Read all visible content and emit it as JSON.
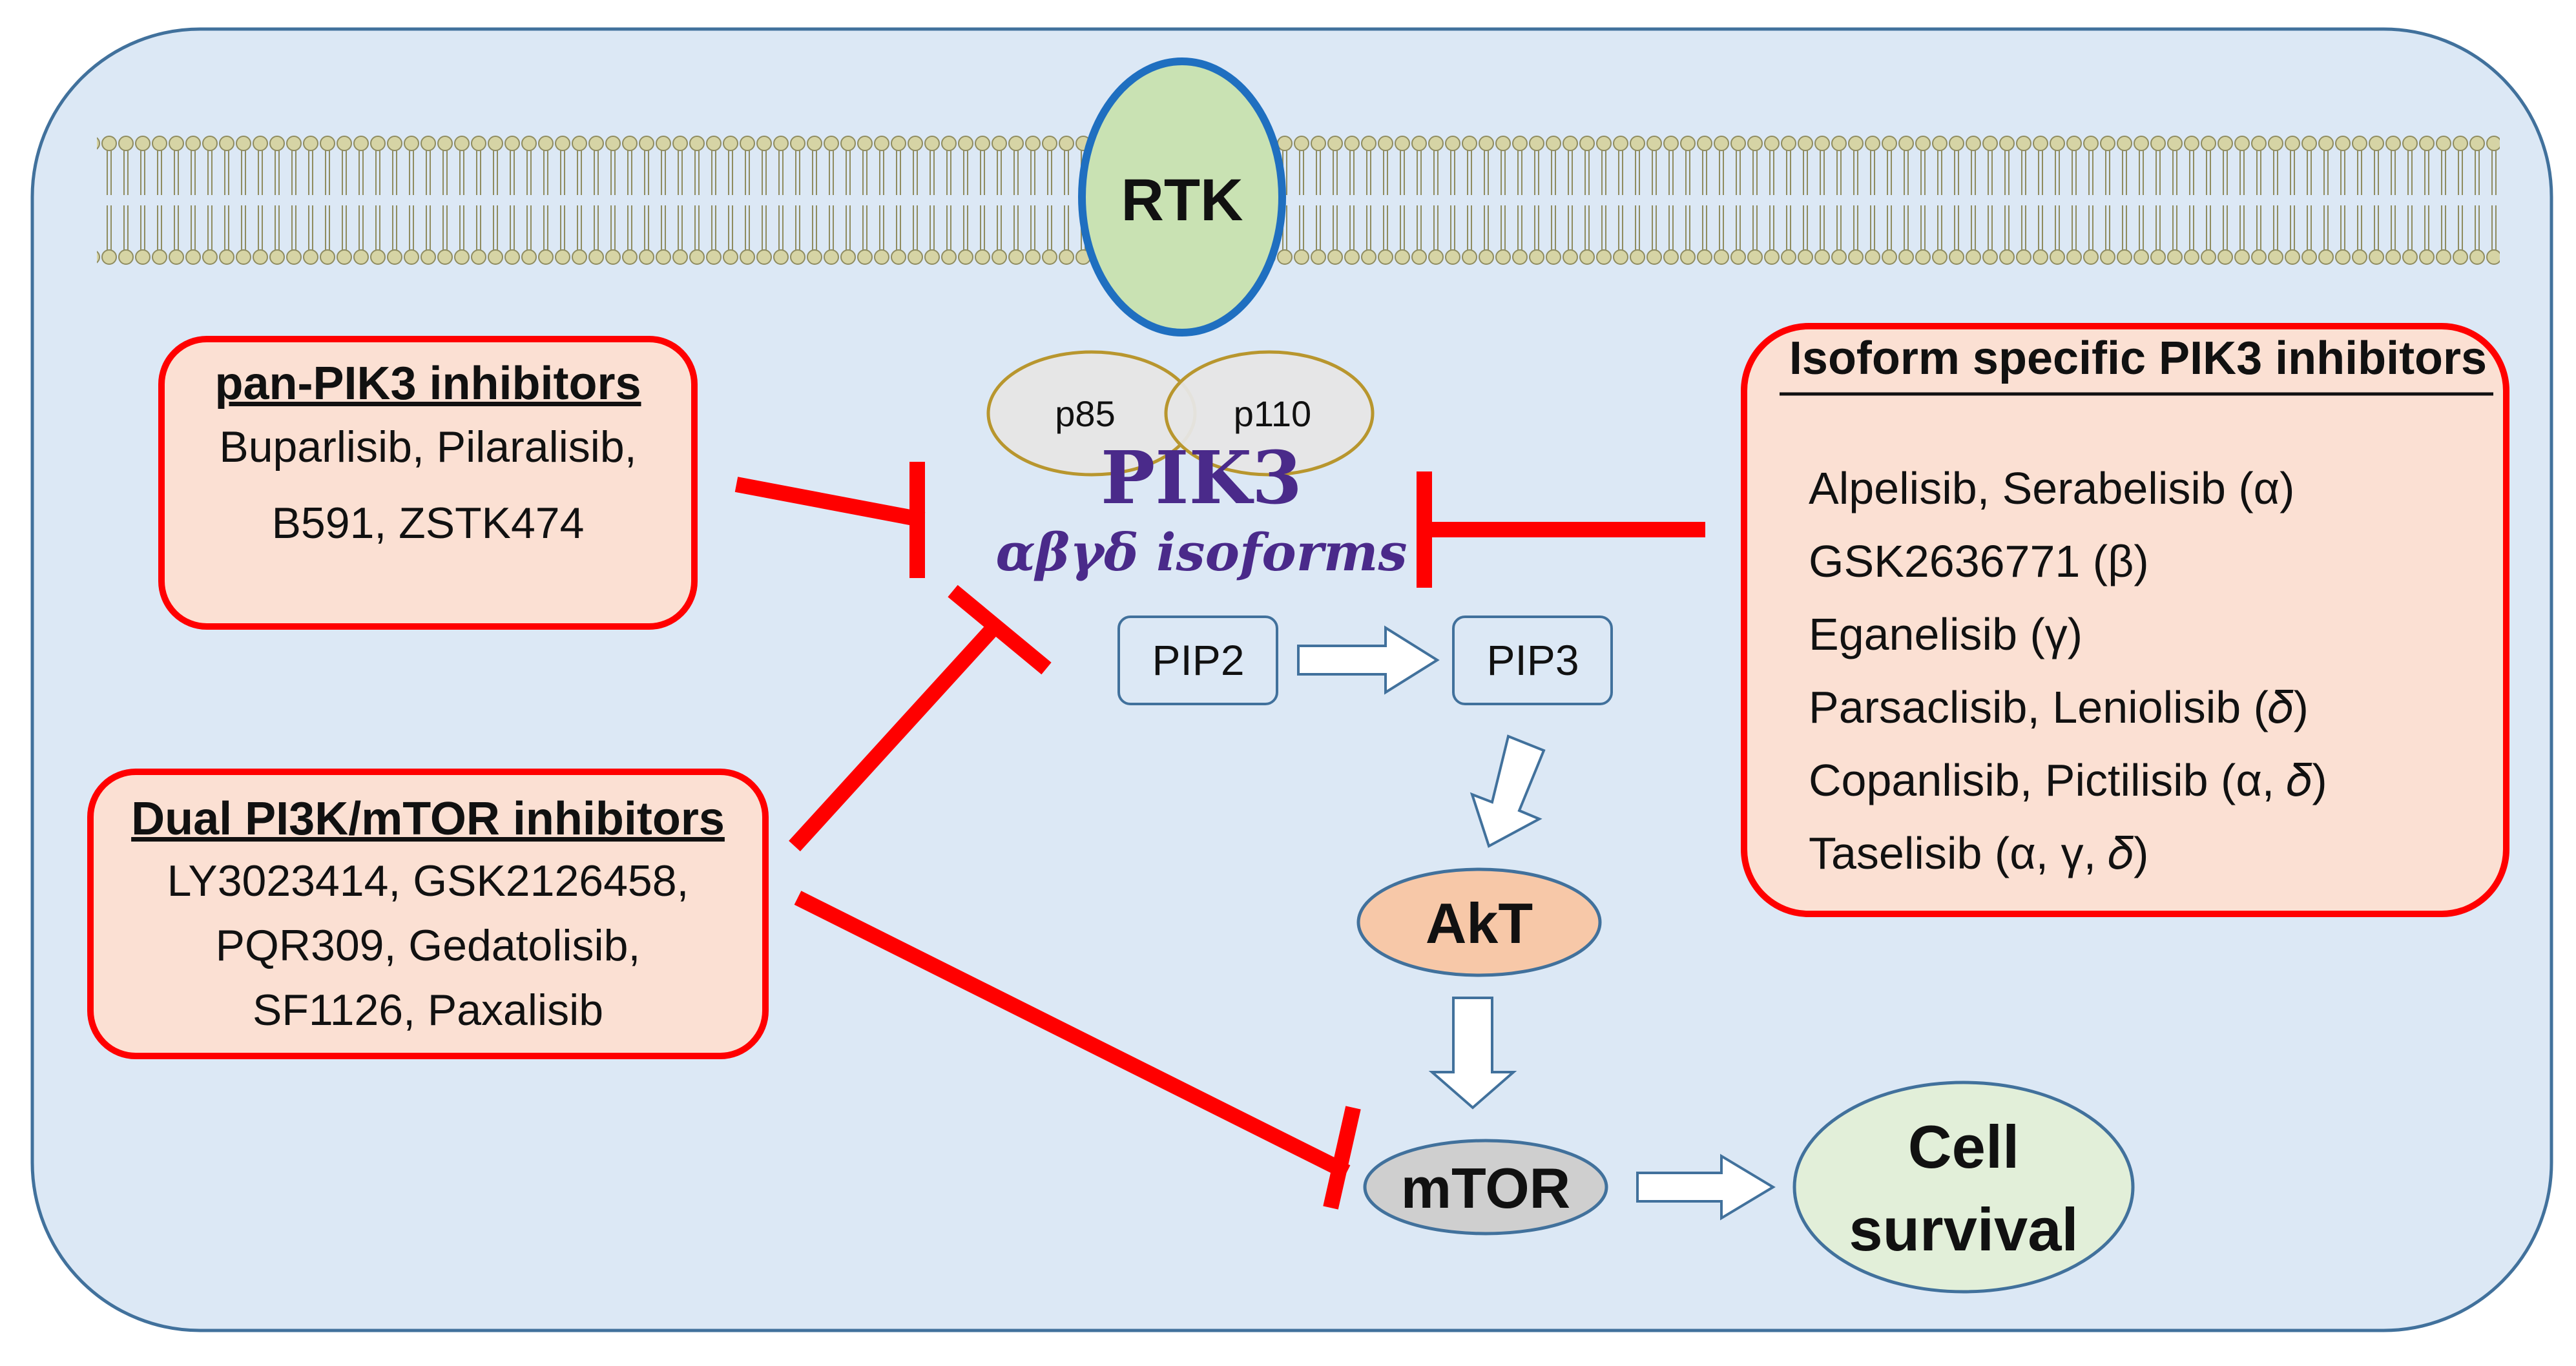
{
  "diagram": {
    "nodes": {
      "rtk": "RTK",
      "p85": "p85",
      "p110": "p110",
      "pik3": "PIK3",
      "isoforms": "αβγδ isoforms",
      "pip2": "PIP2",
      "pip3": "PIP3",
      "akt": "AkT",
      "mtor": "mTOR",
      "cell_line1": "Cell",
      "cell_line2": "survival"
    },
    "pan_box": {
      "title": "pan-PIK3 inhibitors",
      "lines": [
        "Buparlisib, Pilaralisib,",
        "B591, ZSTK474"
      ]
    },
    "dual_box": {
      "title": "Dual PI3K/mTOR inhibitors",
      "lines": [
        "LY3023414, GSK2126458,",
        "PQR309, Gedatolisib,",
        "SF1126, Paxalisib"
      ]
    },
    "isoform_box": {
      "title": "Isoform specific PIK3 inhibitors",
      "items": [
        "Alpelisib, Serabelisib (α)",
        "GSK2636771 (β)",
        "Eganelisib (γ)",
        "Parsaclisib, Leniolisib (𝛿)",
        "Copanlisib, Pictilisib (α, 𝛿)",
        "Taselisib (α, γ, 𝛿)"
      ]
    },
    "colors": {
      "cell_fill": "#dce8f5",
      "cell_stroke": "#41719c",
      "inhibitor_red": "#ff0000",
      "box_fill": "#fbe0d3",
      "rtk_fill": "#c9e2b3",
      "rtk_stroke": "#1f6fc0",
      "akt_fill": "#f7c8a8",
      "mtor_fill": "#cfcfcf",
      "cell_survival_fill": "#e2efd9",
      "pik3_text": "#4a2a8a",
      "membrane_head": "#d6d4a5"
    }
  }
}
